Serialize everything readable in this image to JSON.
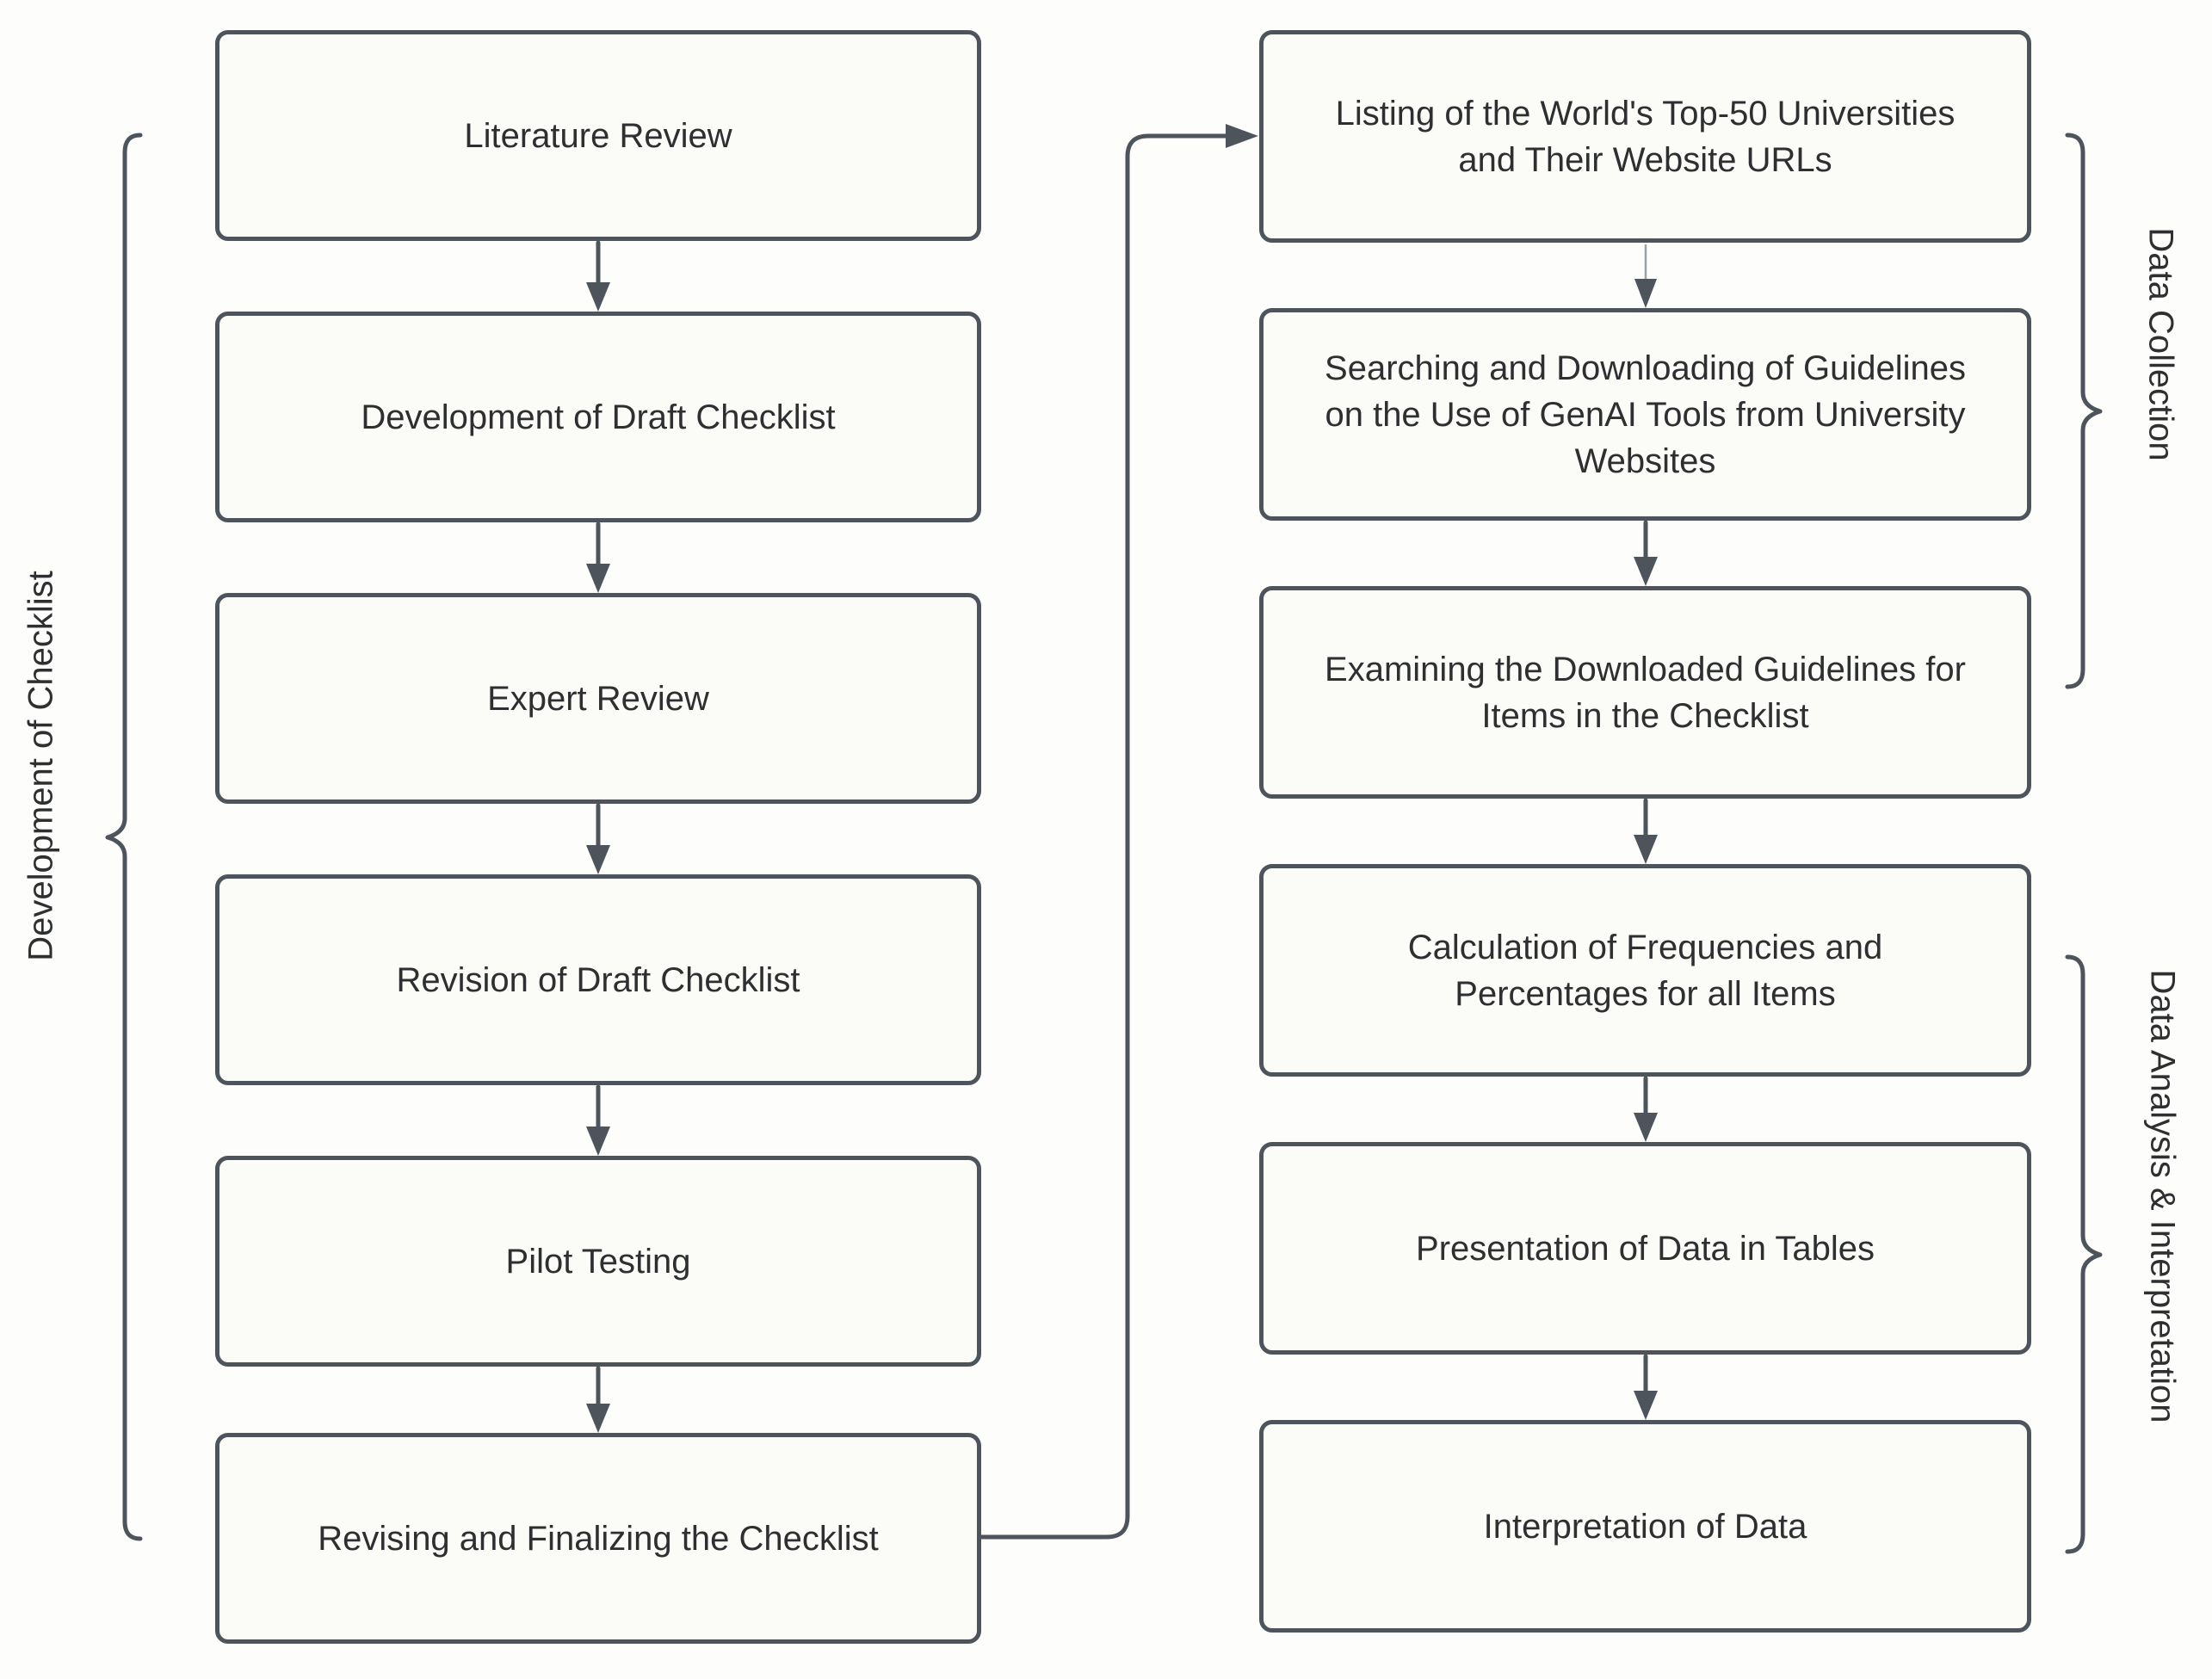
{
  "colors": {
    "background": "#fdfdfb",
    "box_fill": "#fbfbf8",
    "stroke": "#4d545b",
    "text": "#2d2f31",
    "thin_connector": "#9aa2a8"
  },
  "left_column": {
    "group_label": "Development of Checklist",
    "boxes": [
      "Literature Review",
      "Development of Draft Checklist",
      "Expert Review",
      "Revision of Draft Checklist",
      "Pilot Testing",
      "Revising and Finalizing the Checklist"
    ]
  },
  "right_column": {
    "group_labels": [
      "Data Collection",
      "Data Analysis & Interpretation"
    ],
    "boxes": [
      "Listing of the World's Top-50 Universities\nand Their Website URLs",
      "Searching and Downloading of Guidelines\non the Use of GenAI Tools from University\nWebsites",
      "Examining the Downloaded Guidelines for\nItems in the Checklist",
      "Calculation of Frequencies and\nPercentages for all Items",
      "Presentation of Data in Tables",
      "Interpretation of Data"
    ]
  }
}
